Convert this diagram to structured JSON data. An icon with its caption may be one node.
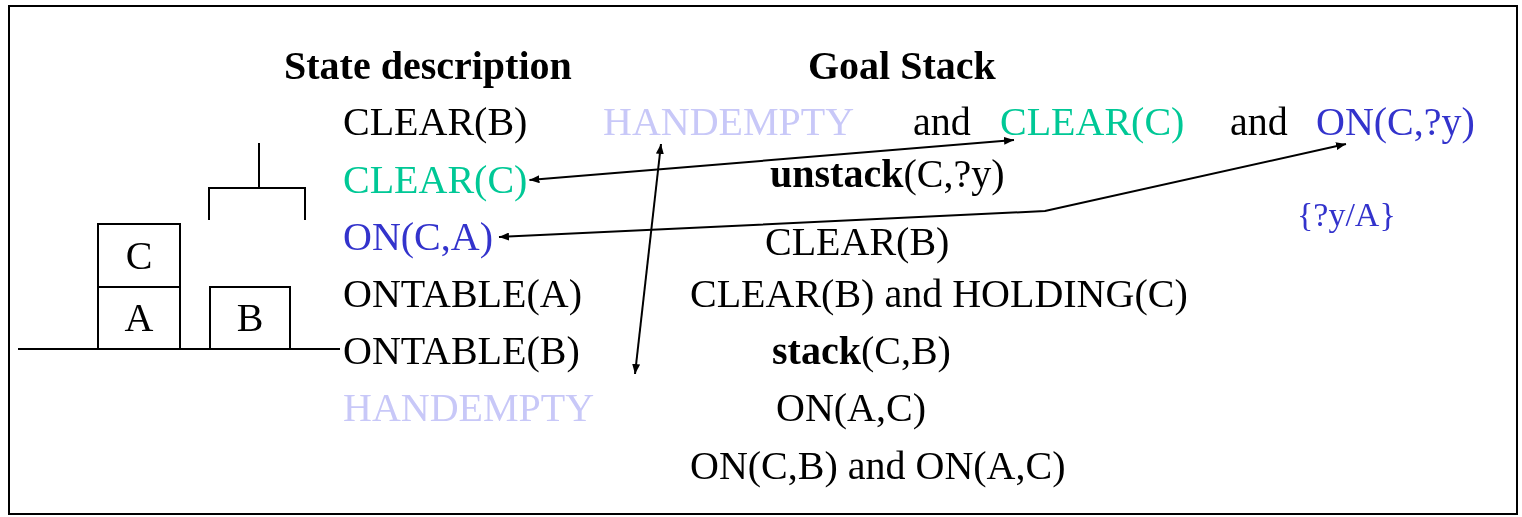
{
  "diagram": {
    "nodes": [
      {
        "text": [
          "C"
        ]
      },
      {
        "text": [
          "A"
        ]
      },
      {
        "text": [
          "B"
        ]
      },
      {
        "text": [
          "CLEAR(C)"
        ]
      },
      {
        "text": [
          "ON(C,A)"
        ]
      },
      {
        "text": [
          "HANDEMPTY"
        ]
      },
      {
        "text": [
          "HANDEMPTY"
        ]
      },
      {
        "text": [
          "CLEAR(C)"
        ]
      },
      {
        "text": [
          "ON(C,?y)"
        ]
      }
    ],
    "edges": [
      {
        "from": 3,
        "to": 7,
        "arrow": "both"
      },
      {
        "from": 4,
        "to": 8,
        "arrow": "both"
      },
      {
        "from": 5,
        "to": 6,
        "arrow": "both"
      }
    ],
    "labels": [
      "State description",
      "Goal Stack",
      "CLEAR(B)",
      "and",
      "and",
      "**unstack**(C,?y)",
      "CLEAR(B)",
      "{?y/A}",
      "ONTABLE(A)",
      "CLEAR(B) and HOLDING(C)",
      "ONTABLE(B)",
      "**stack**(C,B)",
      "ON(A,C)",
      "ON(C,B) and ON(A,C)"
    ]
  }
}
